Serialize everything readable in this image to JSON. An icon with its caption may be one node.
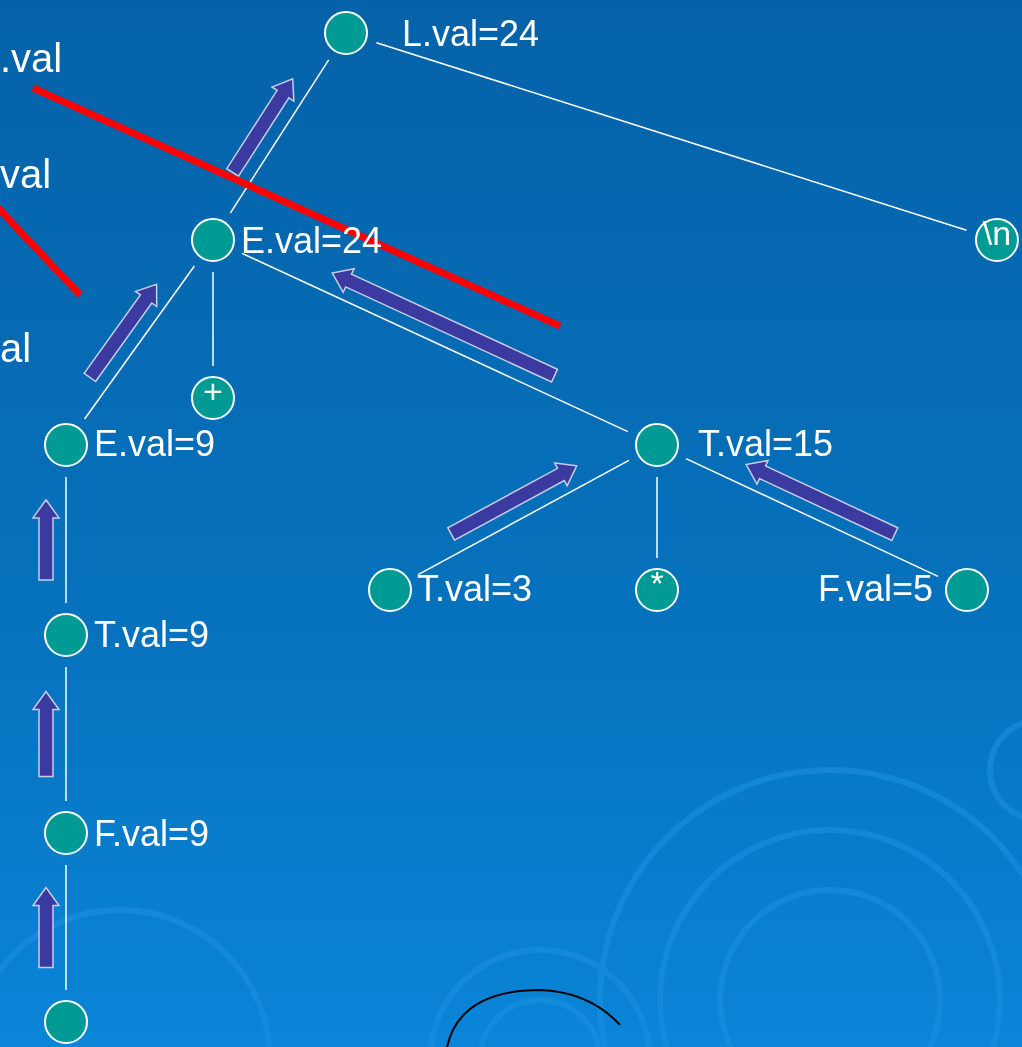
{
  "diagram": {
    "nodes": [
      {
        "text": [],
        "shape": "circle",
        "beside": [
          "L.val=24"
        ]
      },
      {
        "text": [],
        "shape": "circle",
        "beside": [
          "E.val=24"
        ]
      },
      {
        "text": [
          "\\n"
        ]
      },
      {
        "text": [],
        "shape": "circle",
        "beside": [
          "E.val=9"
        ]
      },
      {
        "text": [
          "+"
        ]
      },
      {
        "text": [],
        "shape": "circle",
        "beside": [
          "T.val=15"
        ]
      },
      {
        "text": [],
        "shape": "circle",
        "beside": [
          "T.val=9"
        ]
      },
      {
        "text": [],
        "shape": "circle",
        "beside": [
          "T.val=3"
        ]
      },
      {
        "text": [
          "*"
        ]
      },
      {
        "text": [],
        "shape": "circle",
        "beside": [
          "F.val=5"
        ]
      },
      {
        "text": [],
        "shape": "circle",
        "beside": [
          "F.val=9"
        ]
      },
      {
        "text": [],
        "shape": "circle"
      }
    ],
    "edges": [
      {
        "from": 0,
        "to": 1,
        "arrow": "none"
      },
      {
        "from": 0,
        "to": 2,
        "arrow": "none"
      },
      {
        "from": 1,
        "to": 3,
        "arrow": "none"
      },
      {
        "from": 1,
        "to": 4,
        "arrow": "none"
      },
      {
        "from": 1,
        "to": 5,
        "arrow": "none"
      },
      {
        "from": 3,
        "to": 6,
        "arrow": "none"
      },
      {
        "from": 5,
        "to": 7,
        "arrow": "none"
      },
      {
        "from": 5,
        "to": 8,
        "arrow": "none"
      },
      {
        "from": 5,
        "to": 9,
        "arrow": "none"
      },
      {
        "from": 6,
        "to": 10,
        "arrow": "none"
      },
      {
        "from": 10,
        "to": 11,
        "arrow": "none"
      },
      {
        "from": 1,
        "to": 0,
        "arrow": "to",
        "style": "thick",
        "color": "#3b3aa0"
      },
      {
        "from": 3,
        "to": 1,
        "arrow": "to",
        "style": "thick",
        "color": "#3b3aa0"
      },
      {
        "from": 5,
        "to": 1,
        "arrow": "to",
        "style": "thick",
        "color": "#3b3aa0"
      },
      {
        "from": 7,
        "to": 5,
        "arrow": "to",
        "style": "thick",
        "color": "#3b3aa0"
      },
      {
        "from": 9,
        "to": 5,
        "arrow": "to",
        "style": "thick",
        "color": "#3b3aa0"
      },
      {
        "from": 6,
        "to": 3,
        "arrow": "to",
        "style": "thick",
        "color": "#3b3aa0"
      },
      {
        "from": 10,
        "to": 6,
        "arrow": "to",
        "style": "thick",
        "color": "#3b3aa0"
      },
      {
        "from": 11,
        "to": 10,
        "arrow": "to",
        "style": "thick",
        "color": "#3b3aa0"
      }
    ],
    "labels": [
      ".val",
      "val",
      "al"
    ]
  }
}
